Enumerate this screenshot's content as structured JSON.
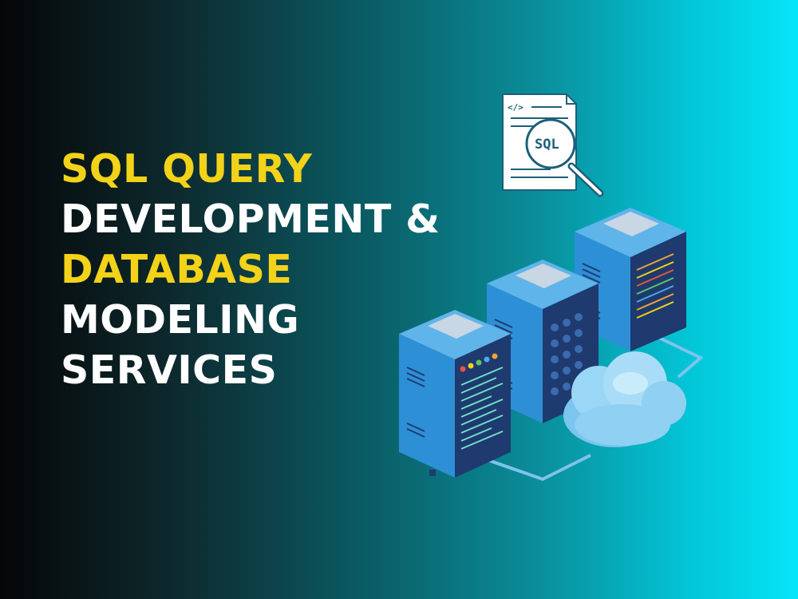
{
  "headline": {
    "line1": "SQL QUERY",
    "line2": "DEVELOPMENT &",
    "line3": "DATABASE",
    "line4": "MODELING",
    "line5": "SERVICES"
  },
  "document_icon": {
    "code_tag": "</>",
    "magnifier_text": "SQL"
  },
  "colors": {
    "accent_yellow": "#f3d21a",
    "text_white": "#ffffff",
    "gradient_start": "#050607",
    "gradient_end": "#05e6f8",
    "server_blue": "#2d8fd6",
    "server_dark": "#1e3a6e",
    "cloud": "#8fd0f3"
  },
  "icons": [
    "sql-document-icon",
    "magnifier-icon",
    "server-rack-icon",
    "cloud-icon"
  ]
}
